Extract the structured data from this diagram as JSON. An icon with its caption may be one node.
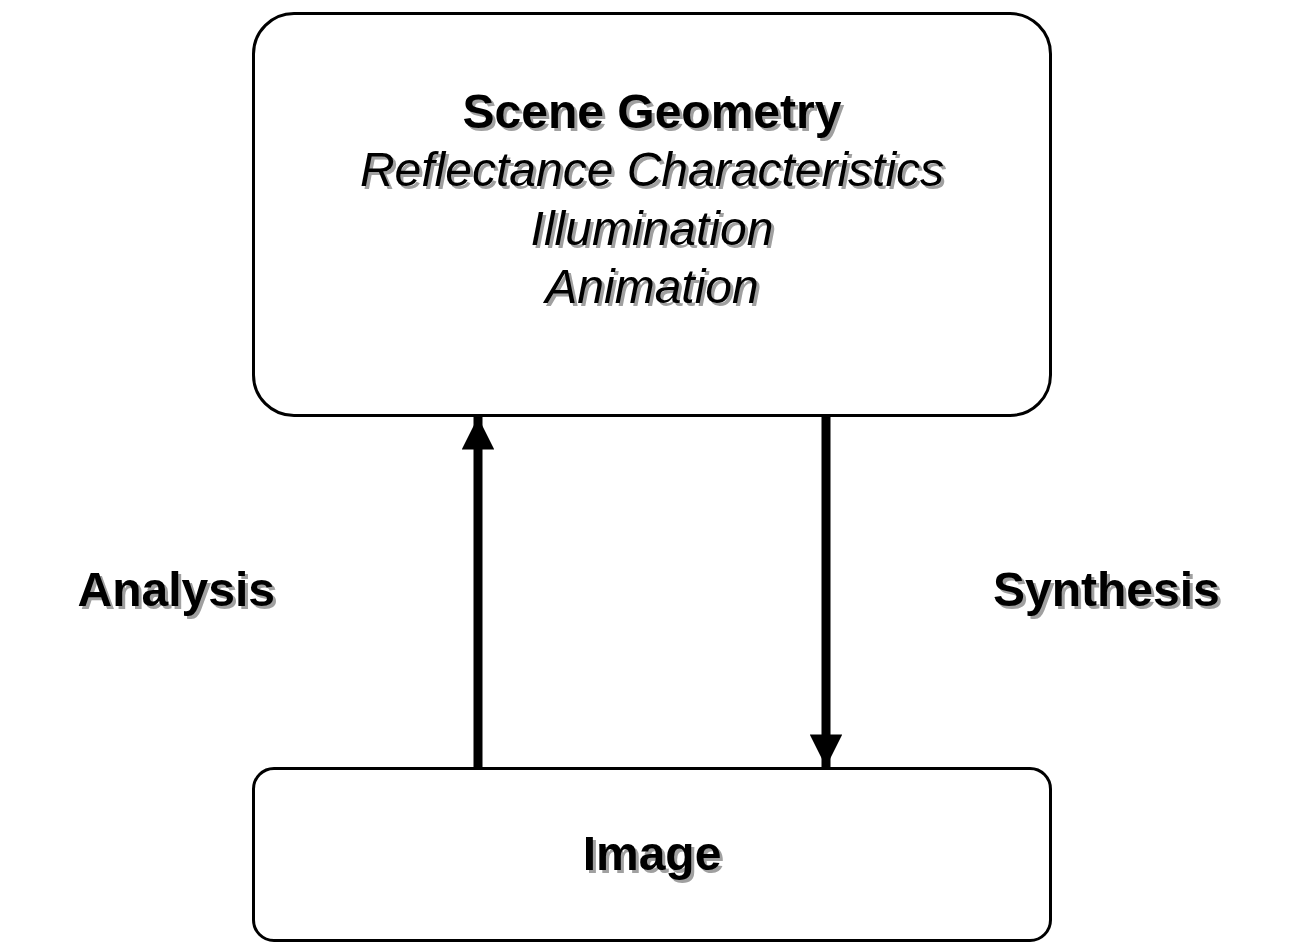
{
  "diagram": {
    "nodes": [
      {
        "text": [
          "Scene Geometry",
          "Reflectance Characteristics",
          "Illumination",
          "Animation"
        ]
      },
      {
        "text": [
          "Image"
        ]
      }
    ],
    "edges": [
      {
        "from": 1,
        "to": 0,
        "arrow": "to",
        "label": "Analysis"
      },
      {
        "from": 0,
        "to": 1,
        "arrow": "to",
        "label": "Synthesis"
      }
    ]
  }
}
